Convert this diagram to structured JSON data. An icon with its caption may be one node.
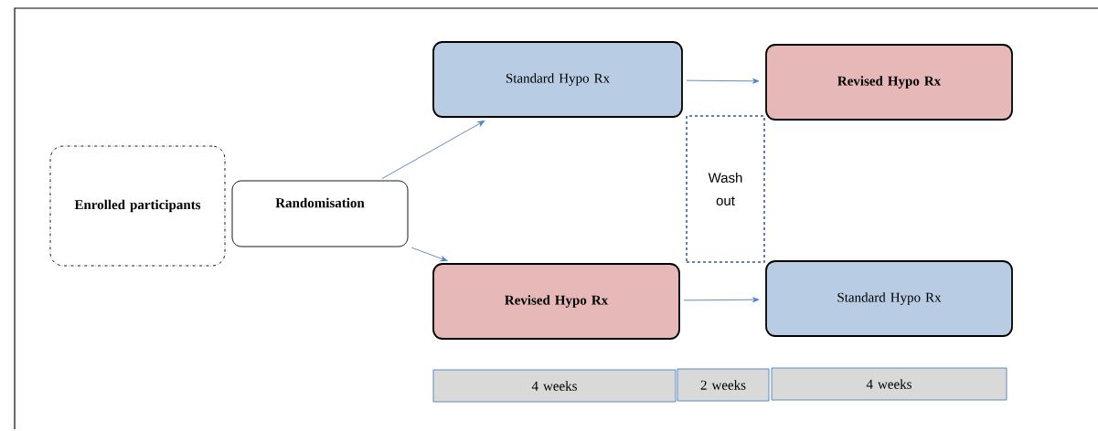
{
  "diagram": {
    "nodes": [
      {
        "text": [
          "Enrolled participants"
        ]
      },
      {
        "text": [
          "Randomisation"
        ]
      },
      {
        "text": [
          "Standard Hypo Rx"
        ]
      },
      {
        "text": [
          "Revised Hypo Rx"
        ]
      },
      {
        "text": [
          "Wash out"
        ]
      },
      {
        "text": [
          "Revised Hypo Rx"
        ]
      },
      {
        "text": [
          "Standard Hypo Rx"
        ]
      },
      {
        "text": [
          "4 weeks"
        ]
      },
      {
        "text": [
          "2 weeks"
        ]
      },
      {
        "text": [
          "4 weeks"
        ]
      }
    ],
    "edges": [
      {
        "from": 1,
        "to": 2,
        "arrow": "to"
      },
      {
        "from": 1,
        "to": 5,
        "arrow": "to"
      },
      {
        "from": 2,
        "to": 3,
        "arrow": "to"
      },
      {
        "from": 5,
        "to": 6,
        "arrow": "to"
      }
    ]
  }
}
